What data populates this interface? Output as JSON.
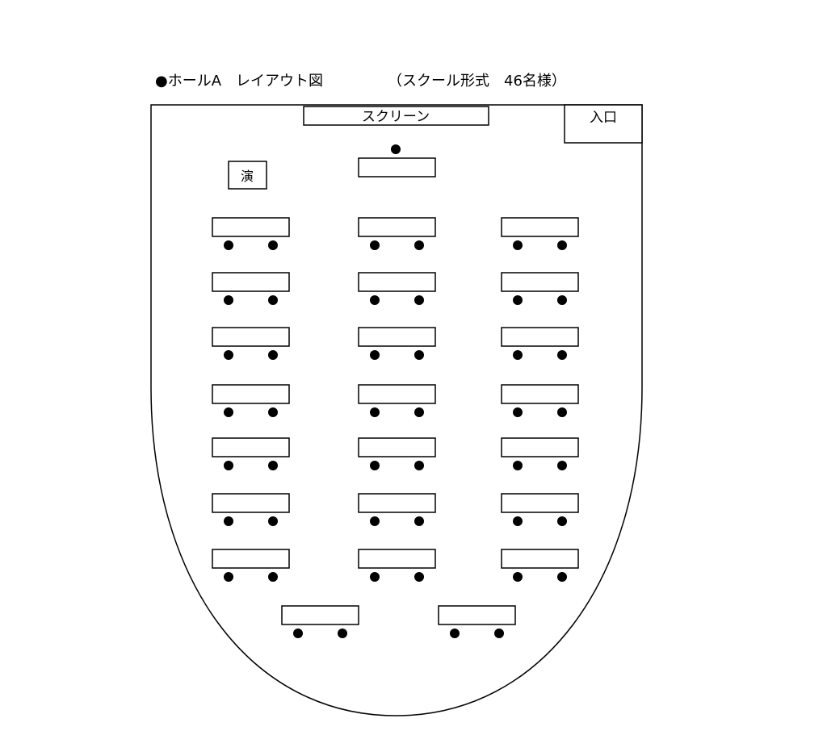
{
  "header": {
    "title": "●ホールA　レイアウト図",
    "subtitle": "（スクール形式　46名様）"
  },
  "room": {
    "screen_label": "スクリーン",
    "entrance_label": "入口",
    "podium_label": "演"
  },
  "seating": {
    "front_table": {
      "chairs": 1
    },
    "rows": [
      {
        "row": 1,
        "tables": [
          {
            "chairs": 2
          },
          {
            "chairs": 2
          },
          {
            "chairs": 2
          }
        ]
      },
      {
        "row": 2,
        "tables": [
          {
            "chairs": 2
          },
          {
            "chairs": 2
          },
          {
            "chairs": 2
          }
        ]
      },
      {
        "row": 3,
        "tables": [
          {
            "chairs": 2
          },
          {
            "chairs": 2
          },
          {
            "chairs": 2
          }
        ]
      },
      {
        "row": 4,
        "tables": [
          {
            "chairs": 2
          },
          {
            "chairs": 2
          },
          {
            "chairs": 2
          }
        ]
      },
      {
        "row": 5,
        "tables": [
          {
            "chairs": 2
          },
          {
            "chairs": 2
          },
          {
            "chairs": 2
          }
        ]
      },
      {
        "row": 6,
        "tables": [
          {
            "chairs": 2
          },
          {
            "chairs": 2
          },
          {
            "chairs": 2
          }
        ]
      },
      {
        "row": 7,
        "tables": [
          {
            "chairs": 2
          },
          {
            "chairs": 2
          },
          {
            "chairs": 2
          }
        ]
      },
      {
        "row": 8,
        "tables": [
          {
            "chairs": 2
          },
          {
            "chairs": 2
          }
        ]
      }
    ]
  }
}
